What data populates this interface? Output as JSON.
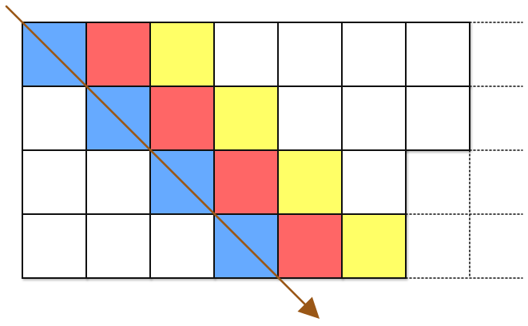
{
  "grid": {
    "rows": 4,
    "solid_columns_per_row": [
      7,
      7,
      6,
      6
    ],
    "dotted_columns_total": 8,
    "open_right_edge": true
  },
  "colors": {
    "blue": "#66aaff",
    "red": "#ff6666",
    "yellow": "#ffff66",
    "empty": "#ffffff",
    "grid_line": "#111111",
    "dotted_line": "#111111",
    "arrow": "#9a5716"
  },
  "cells": [
    {
      "row": 0,
      "col": 0,
      "color": "blue"
    },
    {
      "row": 0,
      "col": 1,
      "color": "red"
    },
    {
      "row": 0,
      "col": 2,
      "color": "yellow"
    },
    {
      "row": 1,
      "col": 1,
      "color": "blue"
    },
    {
      "row": 1,
      "col": 2,
      "color": "red"
    },
    {
      "row": 1,
      "col": 3,
      "color": "yellow"
    },
    {
      "row": 2,
      "col": 2,
      "color": "blue"
    },
    {
      "row": 2,
      "col": 3,
      "color": "red"
    },
    {
      "row": 2,
      "col": 4,
      "color": "yellow"
    },
    {
      "row": 3,
      "col": 3,
      "color": "blue"
    },
    {
      "row": 3,
      "col": 4,
      "color": "red"
    },
    {
      "row": 3,
      "col": 5,
      "color": "yellow"
    }
  ],
  "arrow": {
    "direction": "down-right",
    "from_row": 0,
    "from_col": 0,
    "to_row": 4,
    "to_col": 4
  }
}
